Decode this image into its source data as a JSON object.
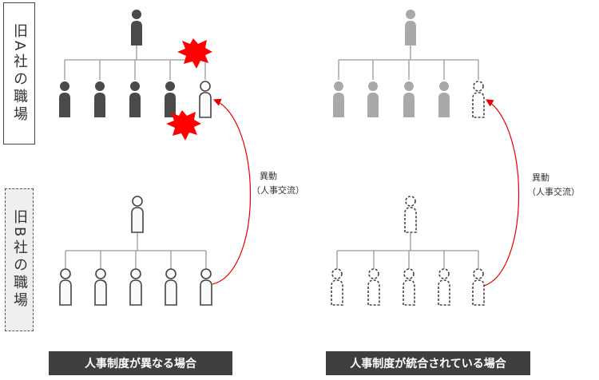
{
  "side_labels": {
    "a": "旧A社の職場",
    "b": "旧B社の職場"
  },
  "annotations": {
    "transfer_line1": "異動",
    "transfer_line2": "（人事交流）"
  },
  "captions": {
    "left": "人事制度が異なる場合",
    "right": "人事制度が統合されている場合"
  },
  "colors": {
    "dark_figure": "#4a4a4a",
    "gray_figure": "#a9a9a9",
    "arrow": "#e60000",
    "burst": "#ff0000",
    "caption_bg": "#3f3f3f"
  },
  "icons": {
    "person": "person-icon",
    "conflict": "conflict-burst-icon"
  }
}
